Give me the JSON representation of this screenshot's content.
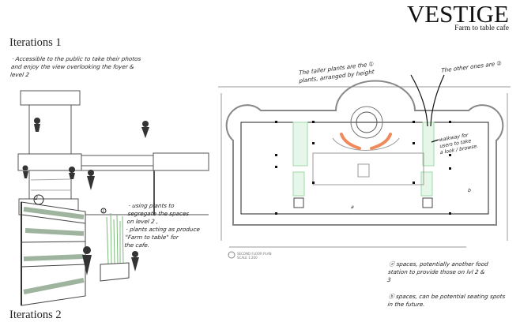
{
  "brand": {
    "title": "VESTIGE",
    "subtitle": "Farm to table cafe"
  },
  "sections": [
    {
      "heading": "Iterations 1"
    },
    {
      "heading": "Iterations 2"
    }
  ],
  "notes": {
    "access": [
      "· Accessible to the public to take their photos",
      "and enjoy the view overlooking the foyer &",
      "level 2"
    ],
    "plants": [
      "· using plants to",
      "segregate the spaces",
      "on level 2 ,",
      "· plants acting as produce",
      "\"Farm to table\" for",
      "the cafe."
    ],
    "taller_plants": [
      "The taller plants are the ①",
      "plants, arranged by height"
    ],
    "other_ones": "The other ones are ②",
    "walkway": [
      "walkway for",
      "users to take",
      "a look / browse."
    ],
    "space_a": [
      "ⓐ spaces, potentially another food",
      "station to provide those on lvl 2 &",
      "3"
    ],
    "space_b": [
      "ⓑ spaces, can be potential seating spots",
      "in the future."
    ]
  },
  "sketch_markers": {
    "wall": "2",
    "pot": "1"
  },
  "plan": {
    "label": "SECOND FLOOR PLAN",
    "scale": "SCALE 1:200",
    "marker_a": "a",
    "marker_b": "b",
    "colors": {
      "planter": "#b9e3c0",
      "arrow": "#f08a5d",
      "line": "#222222"
    }
  }
}
